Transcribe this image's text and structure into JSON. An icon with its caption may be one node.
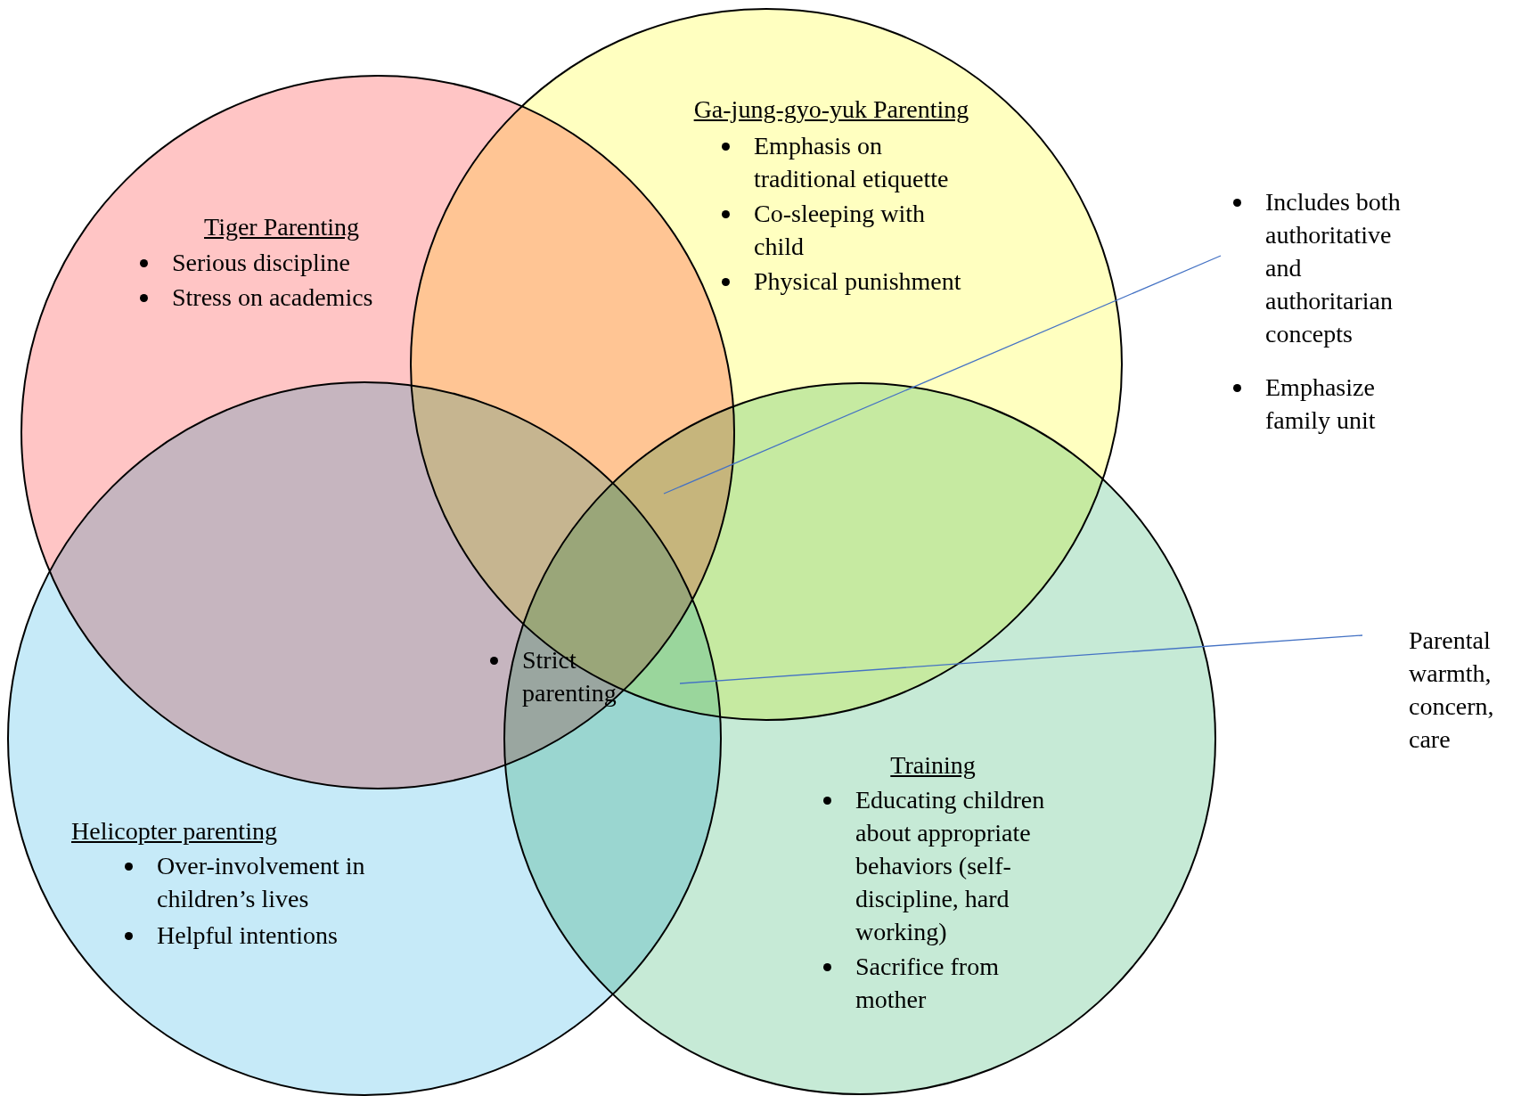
{
  "diagram": {
    "nodes": [
      {
        "text": [
          "Tiger Parenting",
          "Serious discipline",
          "Stress on academics"
        ]
      },
      {
        "text": [
          "Ga-jung-gyo-yuk Parenting",
          "Emphasis on traditional etiquette",
          "Co-sleeping with child",
          "Physical punishment"
        ]
      },
      {
        "text": [
          "Helicopter parenting",
          "Over-involvement in children’s lives",
          "Helpful intentions"
        ]
      },
      {
        "text": [
          "Training",
          "Educating children about appropriate behaviors (self-discipline, hard working)",
          "Sacrifice from mother"
        ]
      },
      {
        "text": [
          "Includes both authoritative and authoritarian concepts",
          "Emphasize family unit"
        ]
      },
      {
        "text": [
          "Parental warmth, concern, care"
        ]
      }
    ],
    "edges": [
      {
        "from": 4,
        "to": 1,
        "arrow": "none"
      },
      {
        "from": 5,
        "to": 1,
        "arrow": "none"
      }
    ],
    "labels": [
      "Strict parenting"
    ]
  }
}
